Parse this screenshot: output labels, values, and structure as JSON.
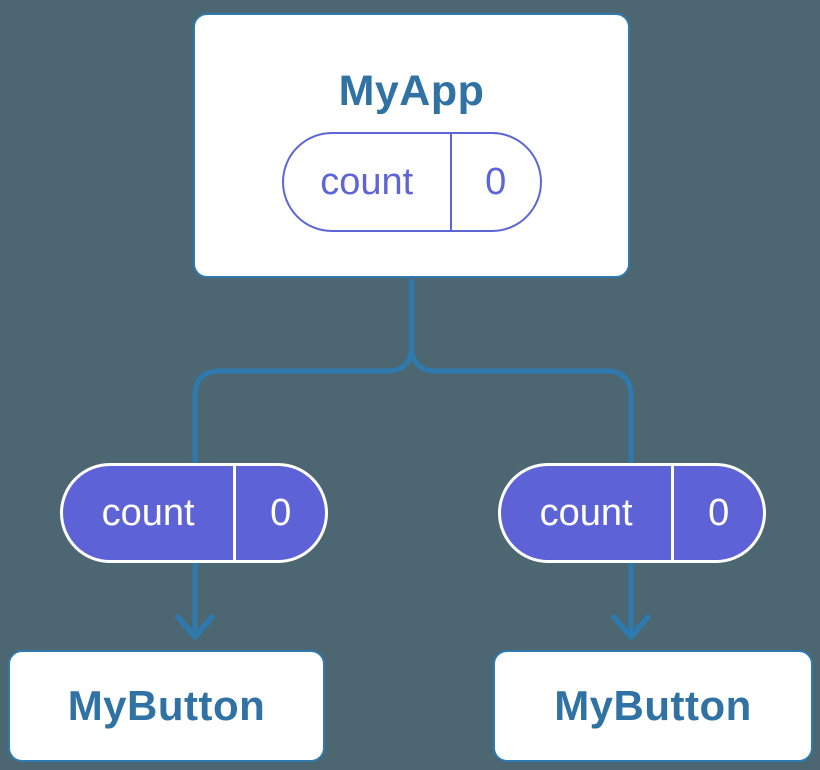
{
  "colors": {
    "background": "#4c6771",
    "connector": "#2e79ad",
    "node_border": "#2e79ad",
    "node_bg": "#ffffff",
    "title_text": "#2f72a3",
    "pill_purple": "#5d63d6",
    "pill_outline_purple": "#5e65d6",
    "pill_text_white": "#ffffff"
  },
  "root_node": {
    "title": "MyApp",
    "state_pill": {
      "label": "count",
      "value": "0"
    }
  },
  "child_nodes": [
    {
      "title": "MyButton",
      "prop_pill": {
        "label": "count",
        "value": "0"
      }
    },
    {
      "title": "MyButton",
      "prop_pill": {
        "label": "count",
        "value": "0"
      }
    }
  ]
}
